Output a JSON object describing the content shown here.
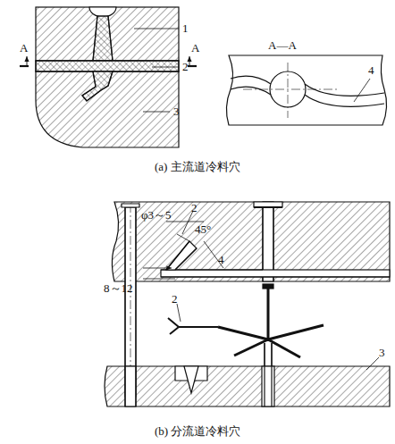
{
  "diagram": {
    "labels": [
      "1",
      "2",
      "3",
      "A",
      "A",
      "A—A",
      "4",
      "(a) 主流道冷料穴",
      "φ3～5",
      "45°",
      "2",
      "4",
      "8～12",
      "2",
      "3",
      "(b) 分流道冷料穴"
    ]
  }
}
